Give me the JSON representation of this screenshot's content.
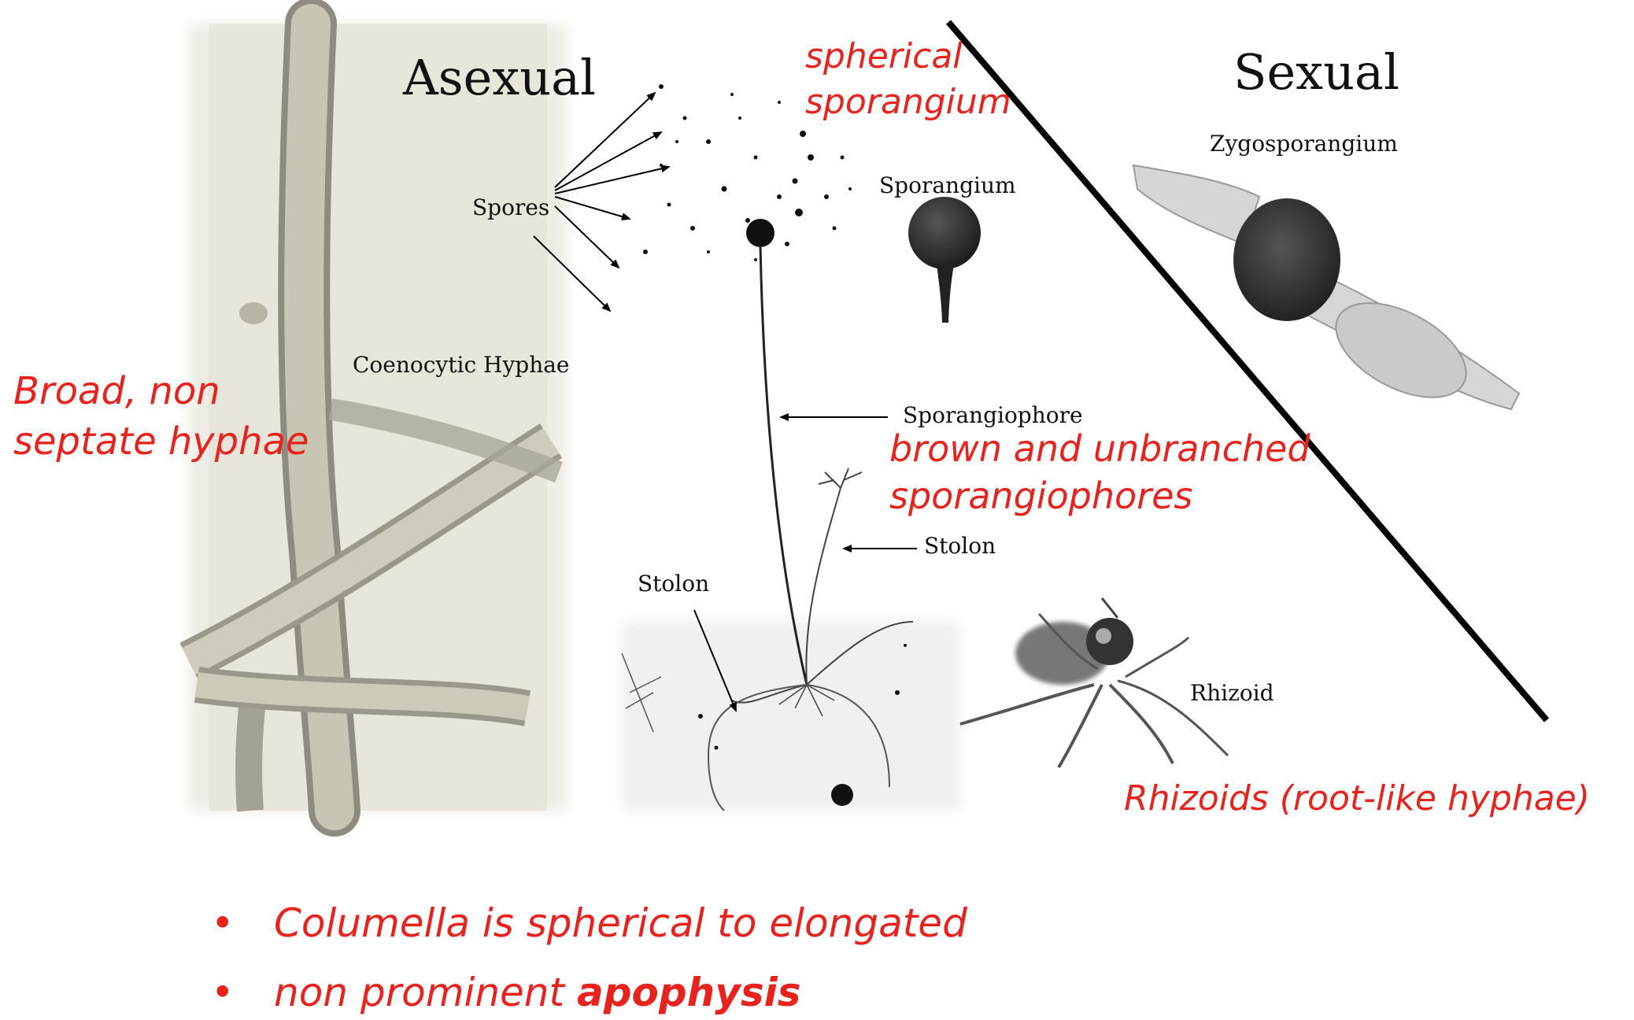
{
  "headings": {
    "asexual": "Asexual",
    "sexual": "Sexual"
  },
  "labels": {
    "spores": "Spores",
    "sporangium": "Sporangium",
    "zygosporangium": "Zygosporangium",
    "coenocytic_hyphae": "Coenocytic Hyphae",
    "sporangiophore": "Sporangiophore",
    "stolon_right": "Stolon",
    "stolon_left": "Stolon",
    "rhizoid": "Rhizoid"
  },
  "notes": {
    "spherical_line1": "spherical",
    "spherical_line2": "sporangium",
    "broad_line1": "Broad, non",
    "broad_line2": "septate hyphae",
    "brown_line1": "brown and unbranched",
    "brown_line2": "sporangiophores",
    "rhizoids": "Rhizoids (root-like hyphae)"
  },
  "bullets": {
    "item1": "Columella is spherical to elongated",
    "item2_prefix": "non prominent ",
    "item2_bold": "apophysis",
    "marker": "•"
  },
  "colors": {
    "annotation": "#e8231e",
    "label": "#111111",
    "divider": "#000000"
  }
}
